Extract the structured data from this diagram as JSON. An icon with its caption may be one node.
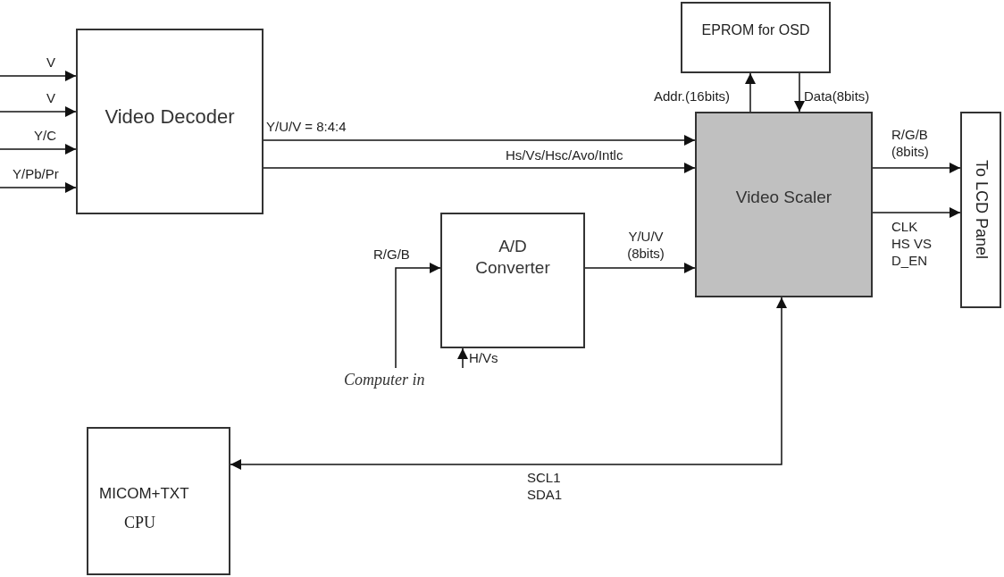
{
  "diagram": {
    "nodes": [
      {
        "text": [
          "Video Decoder"
        ]
      },
      {
        "text": [
          "EPROM for OSD"
        ]
      },
      {
        "text": [
          "Video Scaler"
        ]
      },
      {
        "text": [
          "To LCD Panel"
        ]
      },
      {
        "text": [
          "A/D Converter"
        ]
      },
      {
        "text": [
          "MICOM+TXT",
          "CPU"
        ]
      },
      {
        "text": [
          "Computer in"
        ]
      }
    ],
    "edges": [
      {
        "from": null,
        "to": 0,
        "arrow": "to",
        "label": "V"
      },
      {
        "from": null,
        "to": 0,
        "arrow": "to",
        "label": "V"
      },
      {
        "from": null,
        "to": 0,
        "arrow": "to",
        "label": "Y/C"
      },
      {
        "from": null,
        "to": 0,
        "arrow": "to",
        "label": "Y/Pb/Pr"
      },
      {
        "from": 0,
        "to": 2,
        "arrow": "to",
        "label": "Y/U/V = 8:4:4"
      },
      {
        "from": 0,
        "to": 2,
        "arrow": "to",
        "label": "Hs/Vs/Hsc/Avo/Intlc"
      },
      {
        "from": 2,
        "to": 1,
        "arrow": "to",
        "label": "Addr.(16bits)"
      },
      {
        "from": 1,
        "to": 2,
        "arrow": "to",
        "label": "Data(8bits)"
      },
      {
        "from": 2,
        "to": 3,
        "arrow": "to",
        "label": "R/G/B (8bits)"
      },
      {
        "from": 2,
        "to": 3,
        "arrow": "to",
        "label": "CLK HS VS D_EN"
      },
      {
        "from": 4,
        "to": 2,
        "arrow": "to",
        "label": "Y/U/V (8bits)"
      },
      {
        "from": 6,
        "to": 4,
        "arrow": "to",
        "label": "R/G/B"
      },
      {
        "from": null,
        "to": 4,
        "arrow": "to",
        "label": "H/Vs"
      },
      {
        "from": 5,
        "to": 2,
        "arrow": "both",
        "label": "SCL1 SDA1"
      }
    ]
  }
}
